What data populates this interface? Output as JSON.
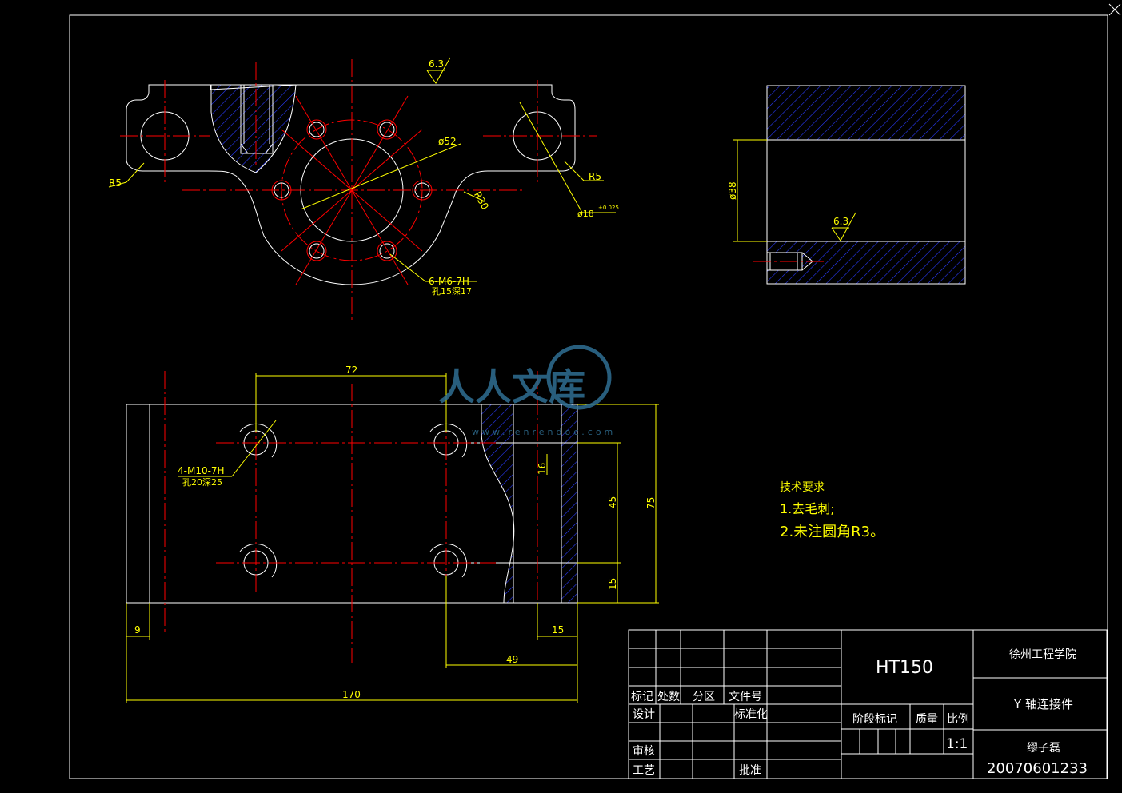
{
  "colors": {
    "background": "#000000",
    "outline": "#ffffff",
    "dimension": "#ffff00",
    "centerline": "#ff0000",
    "hatch": "#2a3bff",
    "watermark": "#2f6f93"
  },
  "top_view": {
    "roughness": "6.3",
    "dims": {
      "r5_left": "R5",
      "r5_right": "R5",
      "d52": "ø52",
      "r30": "R30",
      "d18": "ø18",
      "d18_tol": "+0.025",
      "thread_6m6": "6-M6-7H",
      "thread_6m6_depth": "孔15深17"
    }
  },
  "side_view": {
    "roughness": "6.3",
    "dims": {
      "d38": "ø38"
    }
  },
  "front_view": {
    "dims": {
      "d72": "72",
      "d45": "45",
      "d75": "75",
      "d15v": "15",
      "d16": "16",
      "d9": "9",
      "d15h": "15",
      "d49": "49",
      "d170": "170",
      "thread_4m10": "4-M10-7H",
      "thread_4m10_depth": "孔20深25"
    }
  },
  "tech_requirements": {
    "title": "技术要求",
    "items": [
      "1.去毛刺;",
      "2.未注圆角R3。"
    ]
  },
  "title_block": {
    "material": "HT150",
    "institution": "徐州工程学院",
    "part_name": "Y 轴连接件",
    "designer": "缪子磊",
    "drawing_number": "20070601233",
    "scale": "1:1",
    "labels": {
      "mark": "标记",
      "count": "处数",
      "zone": "分区",
      "doc_no": "文件号",
      "design": "设计",
      "standard": "标准化",
      "review": "审核",
      "process": "工艺",
      "approve": "批准",
      "stage_mark": "阶段标记",
      "weight": "质量",
      "scale": "比例"
    }
  },
  "watermark": {
    "text": "人人文库",
    "url": "www.renrendoc.com"
  }
}
